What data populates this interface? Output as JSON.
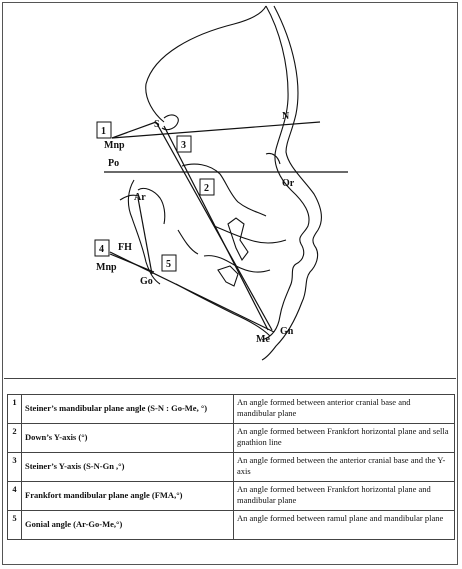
{
  "diagram": {
    "landmarks": {
      "S": "S",
      "N": "N",
      "Po": "Po",
      "Or": "Or",
      "Ar": "Ar",
      "Go": "Go",
      "Gn": "Gn",
      "Me": "Me",
      "FH": "FH",
      "Mnp_top": "Mnp",
      "Mnp_bottom": "Mnp"
    },
    "boxes": [
      "1",
      "2",
      "3",
      "4",
      "5"
    ]
  },
  "legend": {
    "rows": [
      {
        "num": "1",
        "name": "Steiner’s mandibular plane  angle (S-N : Go-Me, °)",
        "desc": "An angle formed between anterior cranial base and mandibular plane"
      },
      {
        "num": "2",
        "name": "Down’s Y-axis (°)",
        "desc": "An angle formed between Frankfort horizontal plane and sella gnathion line"
      },
      {
        "num": "3",
        "name": "Steiner’s Y-axis (S-N-Gn ,°)",
        "desc": "An angle formed between the anterior cranial base and the Y-axis"
      },
      {
        "num": "4",
        "name": "Frankfort mandibular plane angle (FMA,°)",
        "desc": "An angle formed between Frankfort horizontal plane and mandibular plane"
      },
      {
        "num": "5",
        "name": "Gonial angle (Ar-Go-Me,°)",
        "desc": "An angle formed between ramul plane and mandibular plane"
      }
    ]
  }
}
